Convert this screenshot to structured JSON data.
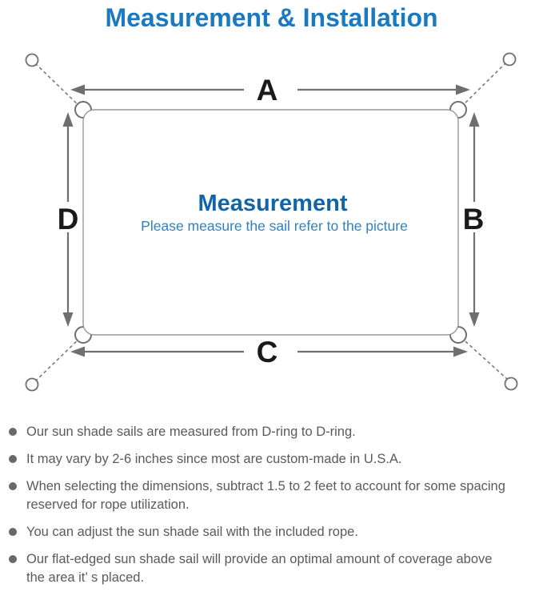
{
  "page": {
    "title": "Measurement & Installation"
  },
  "diagram": {
    "labels": {
      "top": "A",
      "right": "B",
      "bottom": "C",
      "left": "D"
    },
    "center_title": "Measurement",
    "center_subtitle": "Please measure the sail refer to the picture"
  },
  "notes": [
    "Our sun shade sails are measured from D-ring to D-ring.",
    "It may vary by 2-6 inches since most are custom-made in U.S.A.",
    "When selecting the dimensions, subtract 1.5 to 2 feet to account for some spacing\nreserved for rope utilization.",
    "You can adjust the sun shade sail with the included rope.",
    "Our flat-edged sun shade sail will provide an optimal amount of coverage above\nthe area it’ s placed."
  ],
  "colors": {
    "title_blue": "#1b79c0",
    "center_blue": "#1266a8",
    "subtitle_blue": "#2e82c4",
    "line_gray": "#6f6f6f",
    "text_gray": "#5a5a5a"
  }
}
